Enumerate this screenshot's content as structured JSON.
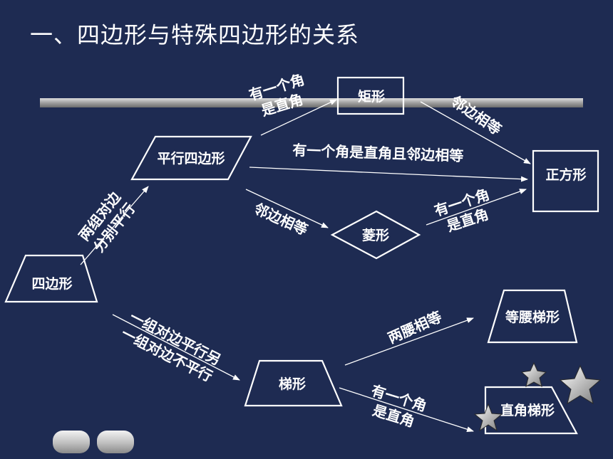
{
  "title": "一、四边形与特殊四边形的关系",
  "nodes": {
    "quadrilateral": "四边形",
    "parallelogram": "平行四边形",
    "rectangle": "矩形",
    "rhombus": "菱形",
    "square": "正方形",
    "trapezoid": "梯形",
    "isosceles_trapezoid": "等腰梯形",
    "right_trapezoid": "直角梯形"
  },
  "edges": {
    "quad_to_para": [
      "两组对边",
      "分别平行"
    ],
    "para_to_rect": [
      "有一个角",
      "是直角"
    ],
    "rect_to_square": "邻边相等",
    "para_to_square": "有一个角是直角且邻边相等",
    "para_to_rhombus": "邻边相等",
    "rhombus_to_square": [
      "有一个角",
      "是直角"
    ],
    "quad_to_trap": [
      "一组对边平行另",
      "一组对边不平行"
    ],
    "trap_to_iso": "两腰相等",
    "trap_to_right": [
      "有一个角",
      "是直角"
    ]
  },
  "colors": {
    "background": "#1e2b52",
    "foreground": "#ffffff"
  }
}
